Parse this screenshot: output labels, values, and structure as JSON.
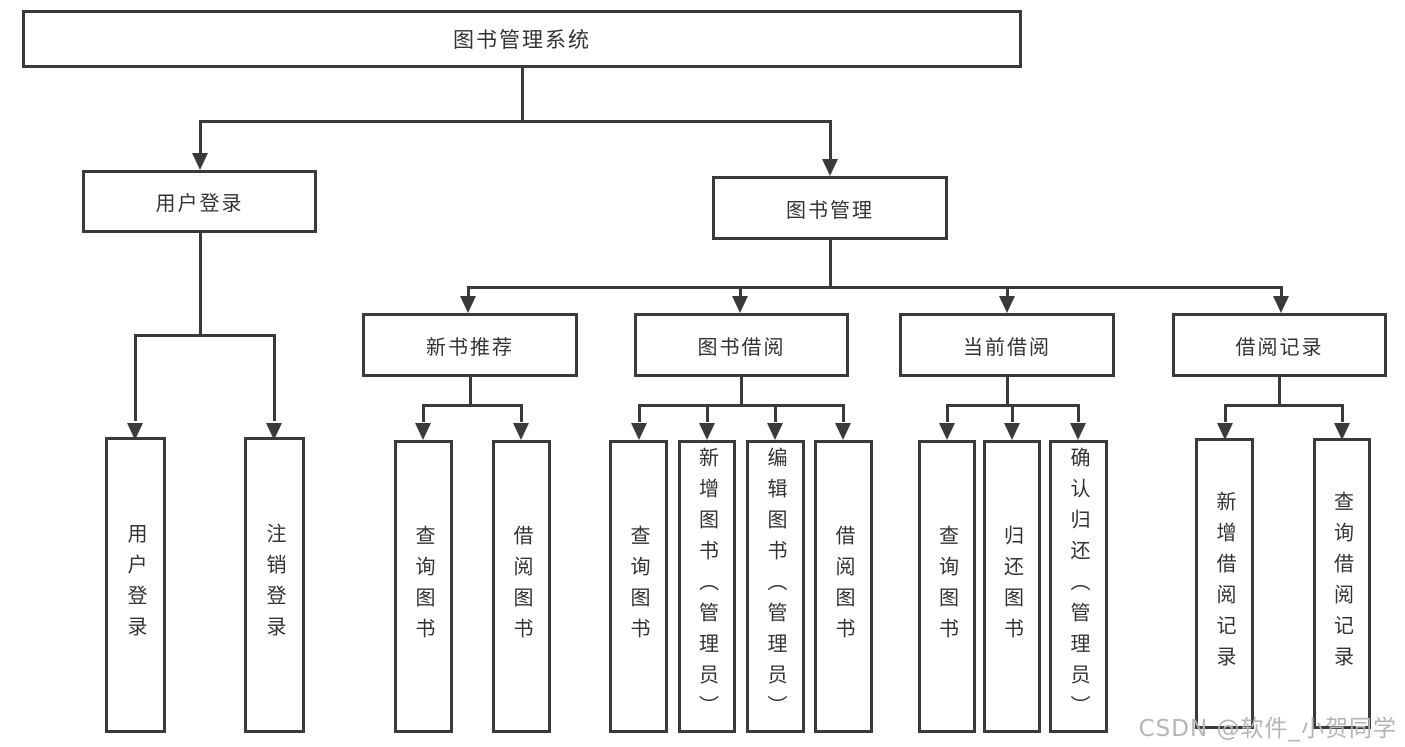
{
  "diagram_title": "图书管理系统",
  "colors": {
    "line": "#3a3a3a",
    "text": "#333333",
    "background": "#ffffff",
    "watermark": "#b5b5b5"
  },
  "nodes": {
    "root": "图书管理系统",
    "user_login": "用户登录",
    "book_mgmt": "图书管理",
    "new_book_rec": "新书推荐",
    "book_borrow": "图书借阅",
    "current_borrow": "当前借阅",
    "borrow_records": "借阅记录",
    "leaf_user_login": "用户登录",
    "leaf_logout": "注销登录",
    "leaf_query_books_1": "查询图书",
    "leaf_borrow_books_1": "借阅图书",
    "leaf_query_books_2": "查询图书",
    "leaf_add_books": "新增图书（管理员）",
    "leaf_edit_books": "编辑图书（管理员）",
    "leaf_borrow_books_2": "借阅图书",
    "leaf_query_books_3": "查询图书",
    "leaf_return_books": "归还图书",
    "leaf_confirm_return": "确认归还（管理员）",
    "leaf_add_record": "新增借阅记录",
    "leaf_query_record": "查询借阅记录"
  },
  "watermark": "CSDN @软件_小贺同学"
}
